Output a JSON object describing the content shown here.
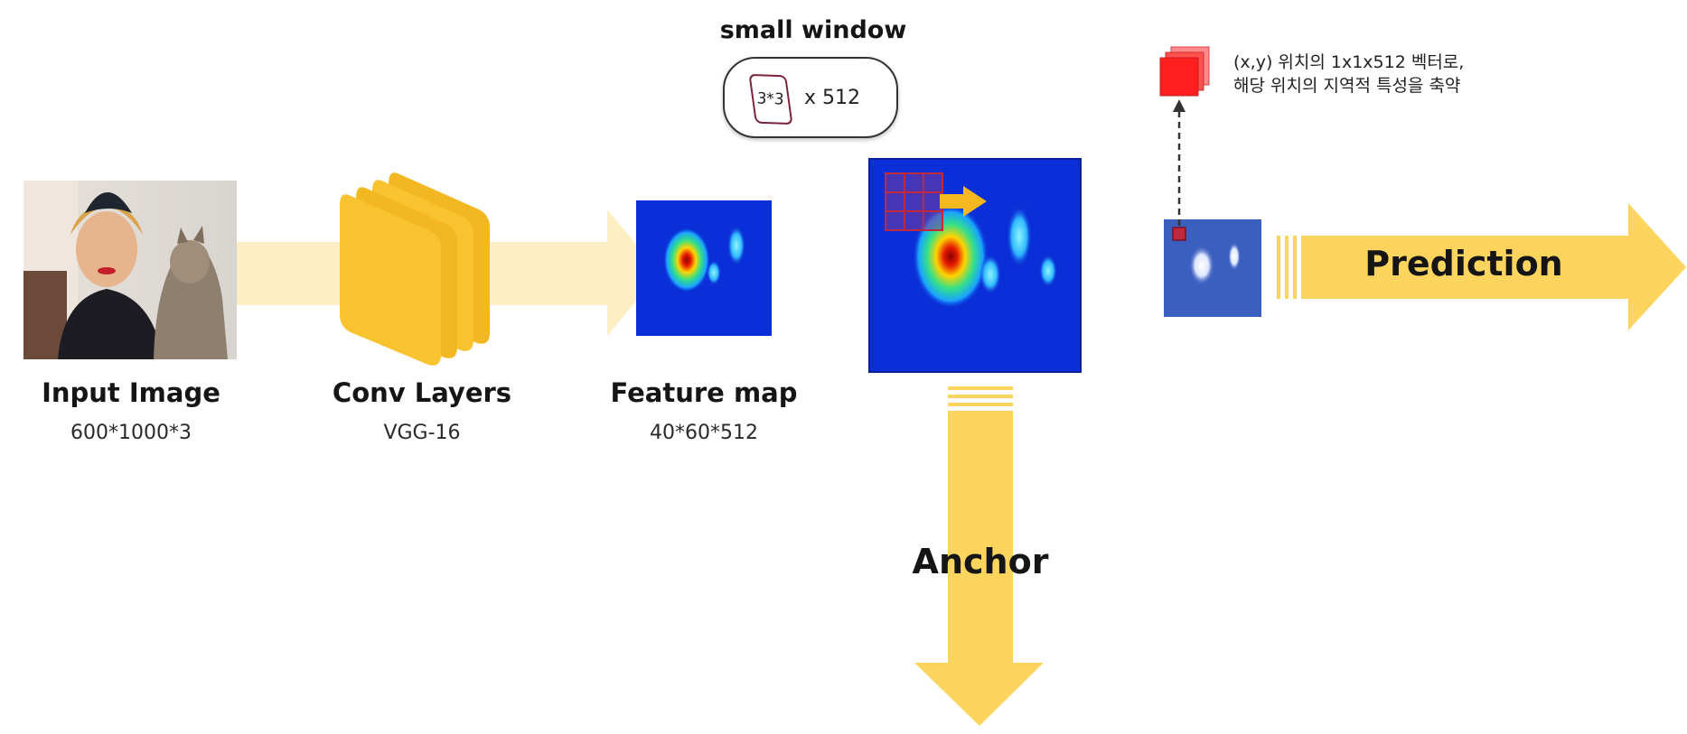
{
  "stages": [
    {
      "title": "Input Image",
      "subtitle": "600*1000*3"
    },
    {
      "title": "Conv Layers",
      "subtitle": "VGG-16"
    },
    {
      "title": "Feature map",
      "subtitle": "40*60*512"
    }
  ],
  "small_window": {
    "title": "small window",
    "kernel_label": "3*3",
    "multiplier": "x 512"
  },
  "vector_note": {
    "line1": "(x,y) 위치의 1x1x512 벡터로,",
    "line2": "해당 위치의 지역적 특성을 축약"
  },
  "outputs": {
    "anchor": "Anchor",
    "prediction": "Prediction"
  },
  "colors": {
    "arrow_yellow": "#fcd45e",
    "arrow_pale": "#fdeec4",
    "conv_yellow": "#f9c32f",
    "heatmap_blue": "#0a2fd8",
    "grid_red": "#c0283c",
    "vector_red": "#ff1f1f"
  }
}
